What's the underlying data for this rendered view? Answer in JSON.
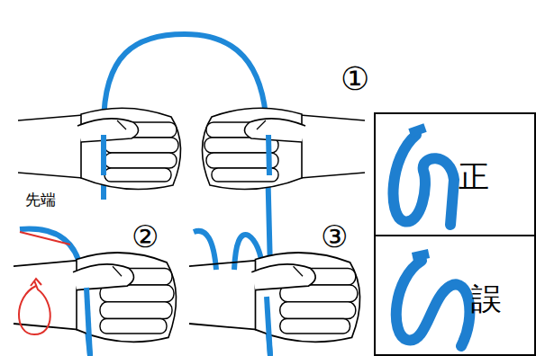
{
  "diagram": {
    "nodes": [
      {
        "text": [
          "正"
        ]
      },
      {
        "text": [
          "誤"
        ]
      }
    ],
    "labels": [
      "①",
      "先端",
      "②",
      "③"
    ]
  }
}
